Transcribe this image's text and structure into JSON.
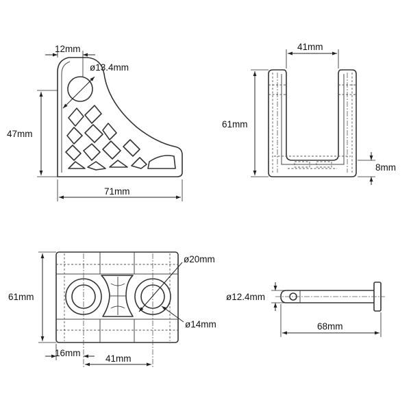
{
  "views": {
    "side": {
      "dim_top": "12mm",
      "dim_hole": "ø13.4mm",
      "dim_height": "47mm",
      "dim_width": "71mm"
    },
    "front": {
      "dim_top": "41mm",
      "dim_height": "61mm",
      "dim_base": "8mm"
    },
    "top": {
      "dim_outer_hole": "ø20mm",
      "dim_inner_hole": "ø14mm",
      "dim_height": "61mm",
      "dim_edge": "16mm",
      "dim_spacing": "41mm"
    },
    "pin": {
      "dim_diameter": "ø12.4mm",
      "dim_length": "68mm"
    }
  }
}
